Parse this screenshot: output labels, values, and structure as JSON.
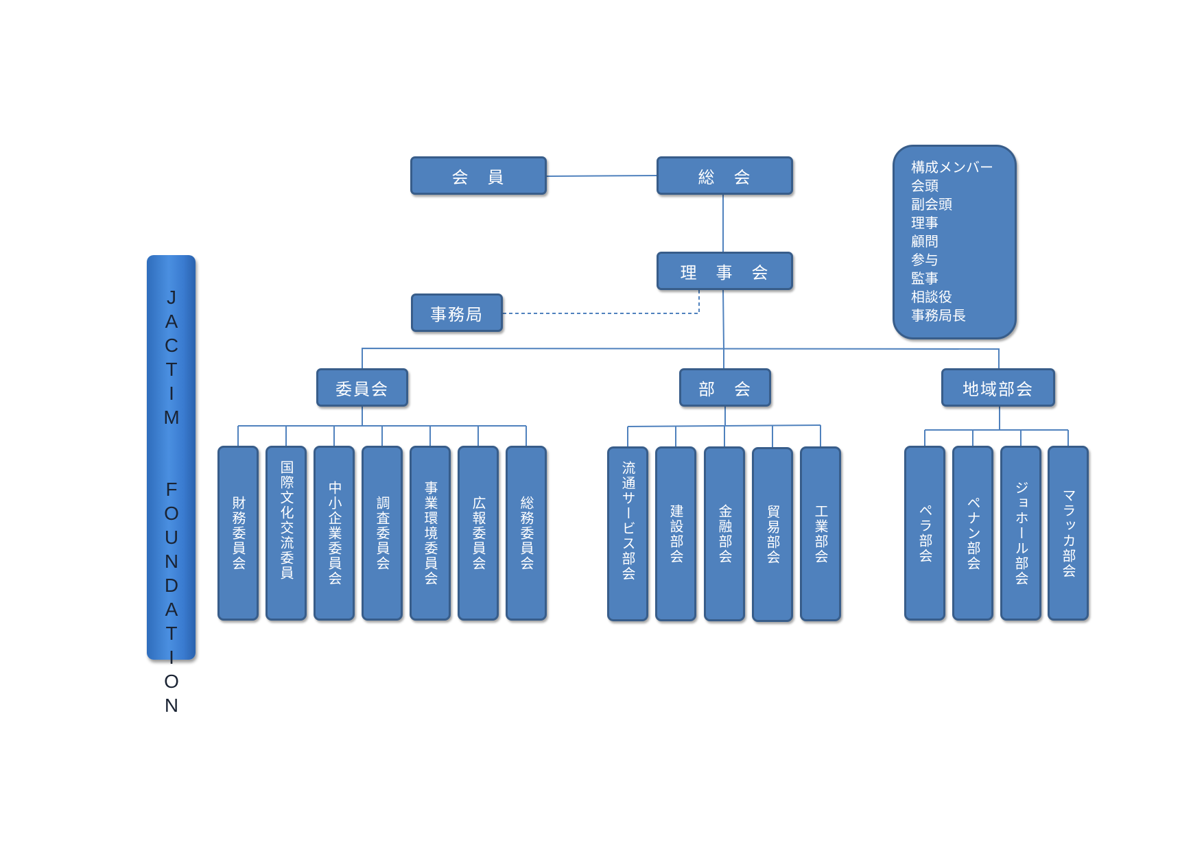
{
  "brand": {
    "text": "JACTIM  FOUNDATION"
  },
  "top": {
    "member": "会　員",
    "general_assembly": "総　会",
    "board": "理　事　会",
    "secretariat": "事務局"
  },
  "members_panel": {
    "title": "構成メンバー",
    "items": [
      "会頭",
      "副会頭",
      "理事",
      "顧問",
      "参与",
      "監事",
      "相談役",
      "事務局長"
    ]
  },
  "groups": {
    "committees": {
      "label": "委員会",
      "items": [
        "財務委員会",
        "国際文化交流委員",
        "中小企業委員会",
        "調査委員会",
        "事業環境委員会",
        "広報委員会",
        "総務委員会"
      ]
    },
    "divisions": {
      "label": "部　会",
      "items": [
        "流通サービス部会",
        "建設部会",
        "金融部会",
        "貿易部会",
        "工業部会"
      ]
    },
    "regional": {
      "label": "地域部会",
      "items": [
        "ペラ部会",
        "ペナン部会",
        "ジョホール部会",
        "マラッカ部会"
      ]
    }
  },
  "colors": {
    "box_fill": "#4f81bd",
    "box_border": "#385d8a",
    "line": "#4f81bd",
    "text": "#ffffff"
  }
}
